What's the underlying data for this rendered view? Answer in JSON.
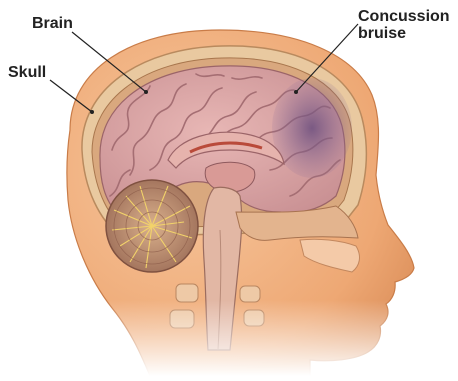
{
  "labels": {
    "brain": "Brain",
    "skull": "Skull",
    "bruise_line1": "Concussion",
    "bruise_line2": "bruise"
  },
  "colors": {
    "skin": "#f0b07e",
    "skin_shadow": "#d98c5a",
    "skull_bone": "#e9c9a0",
    "brain_fold": "#c98f93",
    "brain_base": "#dba5a5",
    "cerebellum": "#b88a6e",
    "bruise": "#7a5f8a",
    "leader_line": "#222222"
  }
}
